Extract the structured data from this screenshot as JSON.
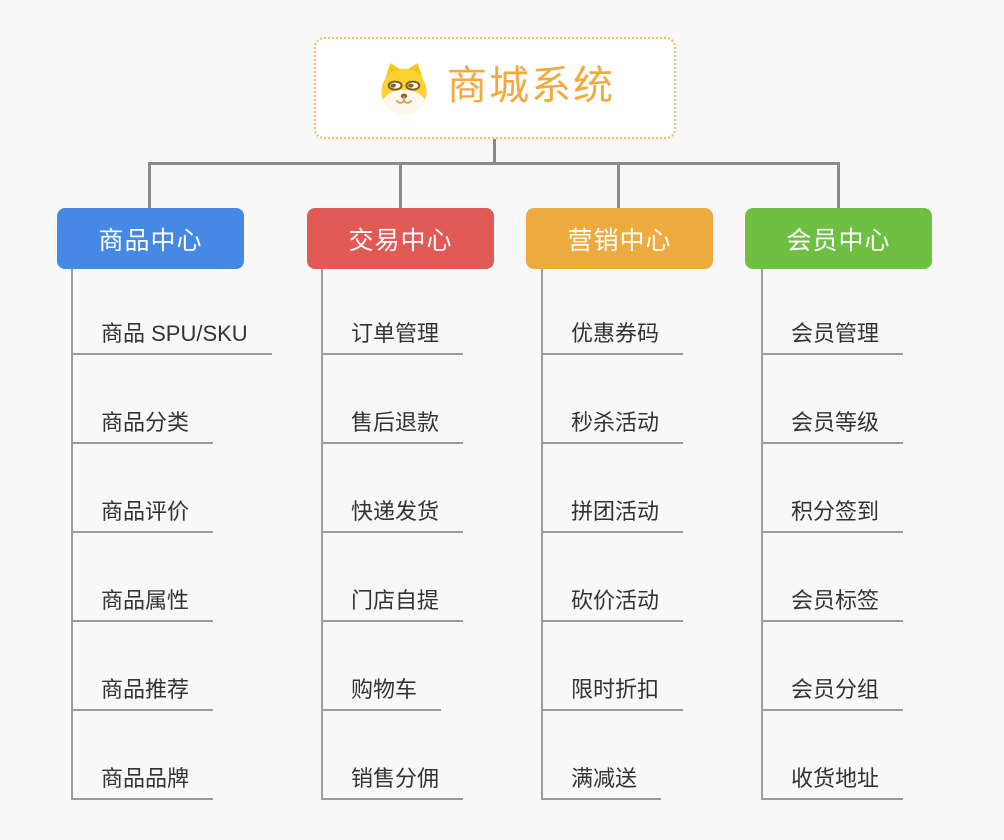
{
  "root": {
    "title": "商城系统",
    "icon": "doge-dog-icon",
    "accent_color": "#f2a93d",
    "border_color": "#f3bb62"
  },
  "connector_color": "#8b8b8b",
  "background_color": "#f8f8f8",
  "branches": [
    {
      "label": "商品中心",
      "color": "#4589e5",
      "items": [
        "商品 SPU/SKU",
        "商品分类",
        "商品评价",
        "商品属性",
        "商品推荐",
        "商品品牌"
      ]
    },
    {
      "label": "交易中心",
      "color": "#e25a55",
      "items": [
        "订单管理",
        "售后退款",
        "快递发货",
        "门店自提",
        "购物车",
        "销售分佣"
      ]
    },
    {
      "label": "营销中心",
      "color": "#ecaa3f",
      "items": [
        "优惠券码",
        "秒杀活动",
        "拼团活动",
        "砍价活动",
        "限时折扣",
        "满减送"
      ]
    },
    {
      "label": "会员中心",
      "color": "#6fc042",
      "items": [
        "会员管理",
        "会员等级",
        "积分签到",
        "会员标签",
        "会员分组",
        "收货地址"
      ]
    }
  ]
}
